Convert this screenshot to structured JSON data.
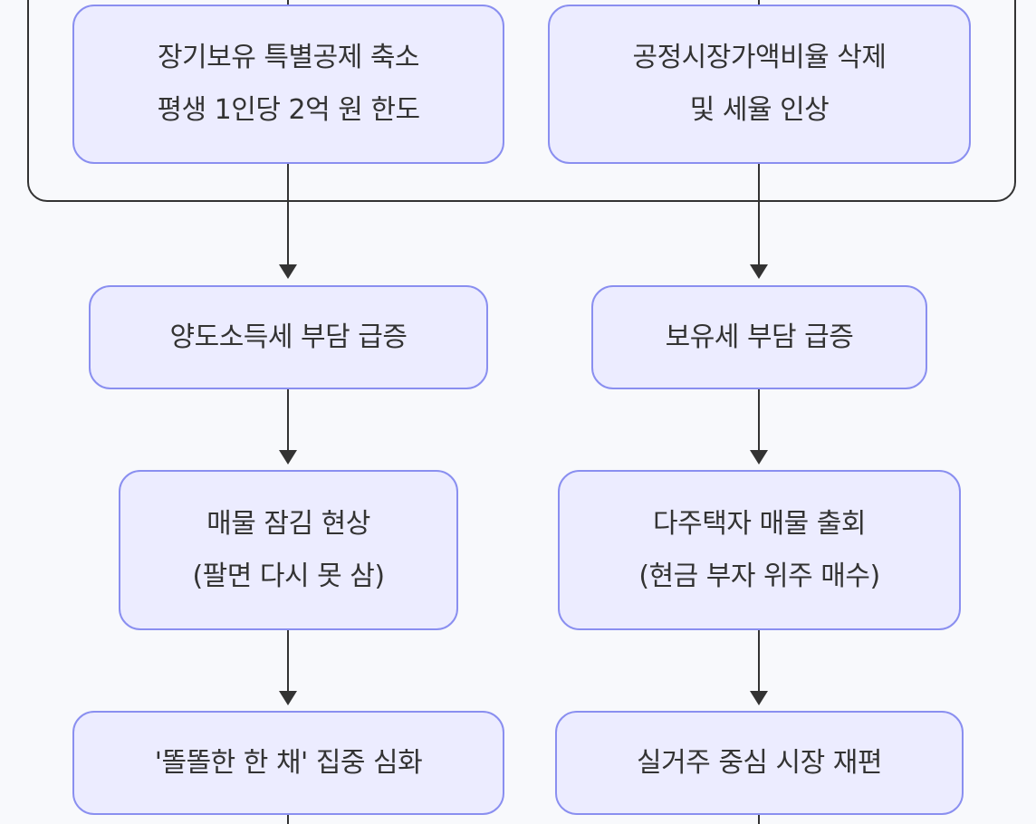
{
  "diagram": {
    "type": "flowchart",
    "colors": {
      "background": "#f8f9fc",
      "node_fill": "#ececff",
      "node_border": "#8a8ff0",
      "edge": "#333333",
      "text": "#333333"
    },
    "nodes": {
      "ltsd": {
        "lines": [
          "장기보유 특별공제 축소",
          "평생 1인당 2억 원 한도"
        ]
      },
      "fmv": {
        "lines": [
          "공정시장가액비율 삭제",
          "및 세율 인상"
        ]
      },
      "cgt": {
        "lines": [
          "양도소득세 부담 급증"
        ]
      },
      "holding": {
        "lines": [
          "보유세 부담 급증"
        ]
      },
      "lockin": {
        "lines": [
          "매물 잠김 현상",
          "(팔면 다시 못 삼)"
        ]
      },
      "multi": {
        "lines": [
          "다주택자 매물 출회",
          "(현금 부자 위주 매수)"
        ]
      },
      "smart": {
        "lines": [
          "'똘똘한 한 채' 집중 심화"
        ]
      },
      "resid": {
        "lines": [
          "실거주 중심 시장 재편"
        ]
      }
    },
    "edges": [
      {
        "from": "ltsd",
        "to": "cgt"
      },
      {
        "from": "fmv",
        "to": "holding"
      },
      {
        "from": "cgt",
        "to": "lockin"
      },
      {
        "from": "holding",
        "to": "multi"
      },
      {
        "from": "lockin",
        "to": "smart"
      },
      {
        "from": "multi",
        "to": "resid"
      }
    ]
  }
}
